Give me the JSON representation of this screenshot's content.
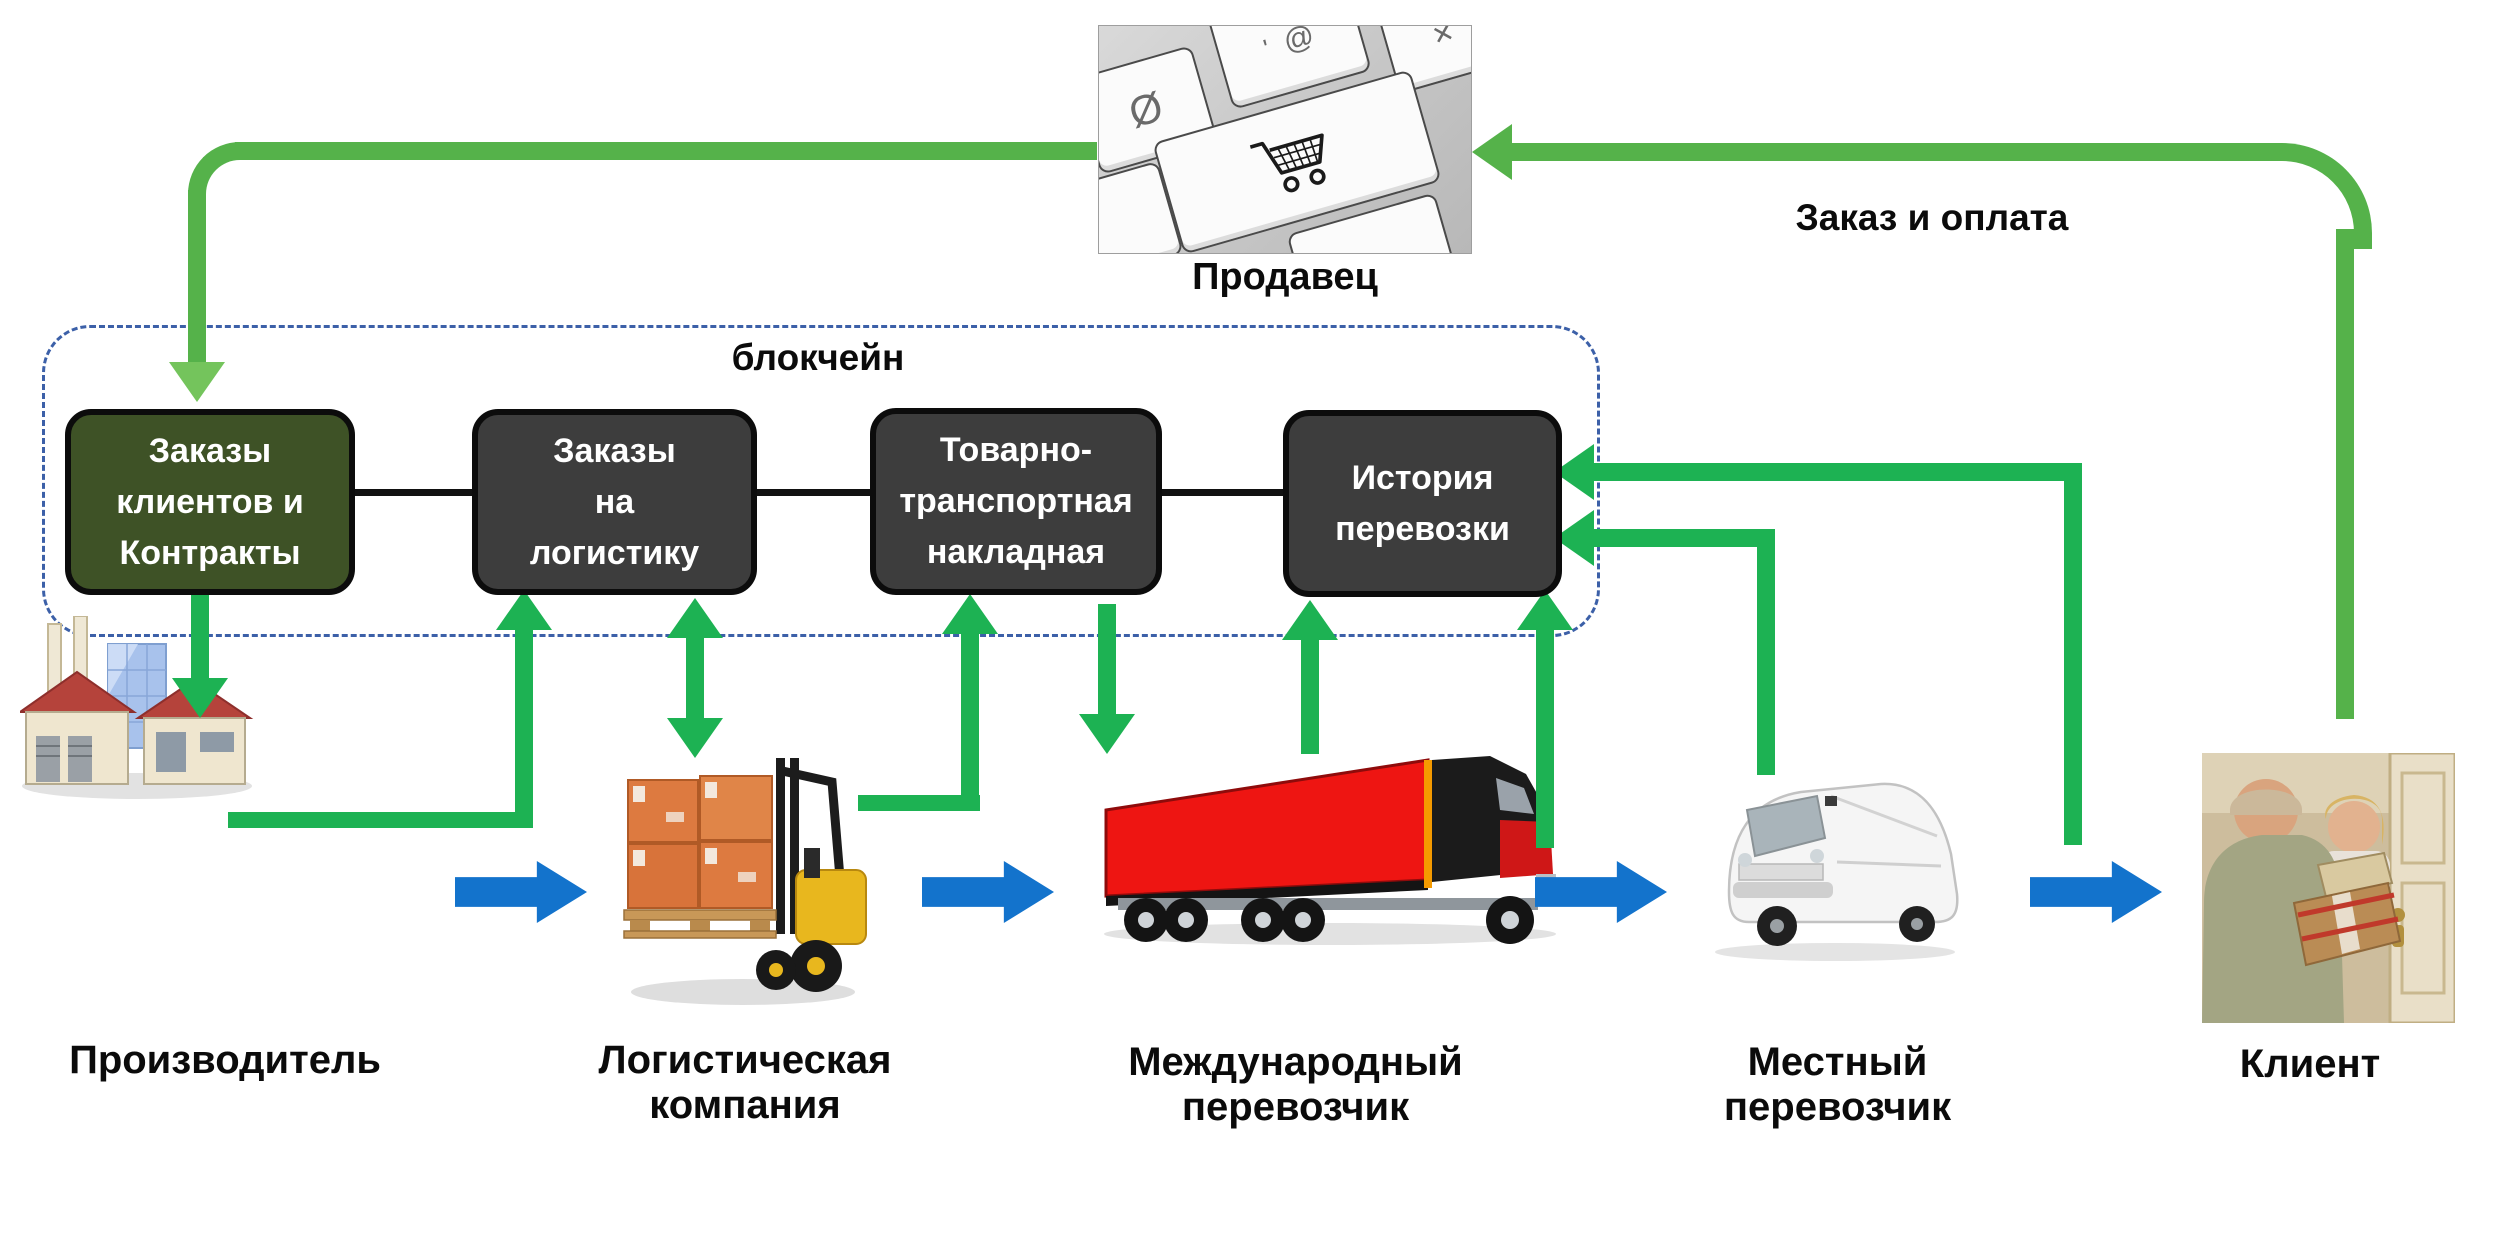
{
  "colors": {
    "green": "#1db253",
    "green_path": "#55b24a",
    "green_light": "#74c45c",
    "blue": "#1373cc",
    "dash": "#3c60a8",
    "box_dark": "#3d3d3d",
    "box_green": "#3e5226"
  },
  "seller": {
    "label": "Продавец",
    "keys": {
      "key1": "Ø",
      "key2_a": "'",
      "key2_b": "@",
      "key3": "✕"
    }
  },
  "flow": {
    "order_payment_label": "Заказ и оплата"
  },
  "blockchain": {
    "label": "блокчейн",
    "blocks": [
      {
        "text": "Заказы\nклиентов и\nКонтракты"
      },
      {
        "text": "Заказы\nна\nлогистику"
      },
      {
        "text": "Товарно-\nтранспортная\nнакладная"
      },
      {
        "text": "История\nперевозки"
      }
    ]
  },
  "entities": [
    {
      "label": "Производитель"
    },
    {
      "label": "Логистическая\nкомпания"
    },
    {
      "label": "Международный\nперевозчик"
    },
    {
      "label": "Местный\nперевозчик"
    },
    {
      "label": "Клиент"
    }
  ]
}
